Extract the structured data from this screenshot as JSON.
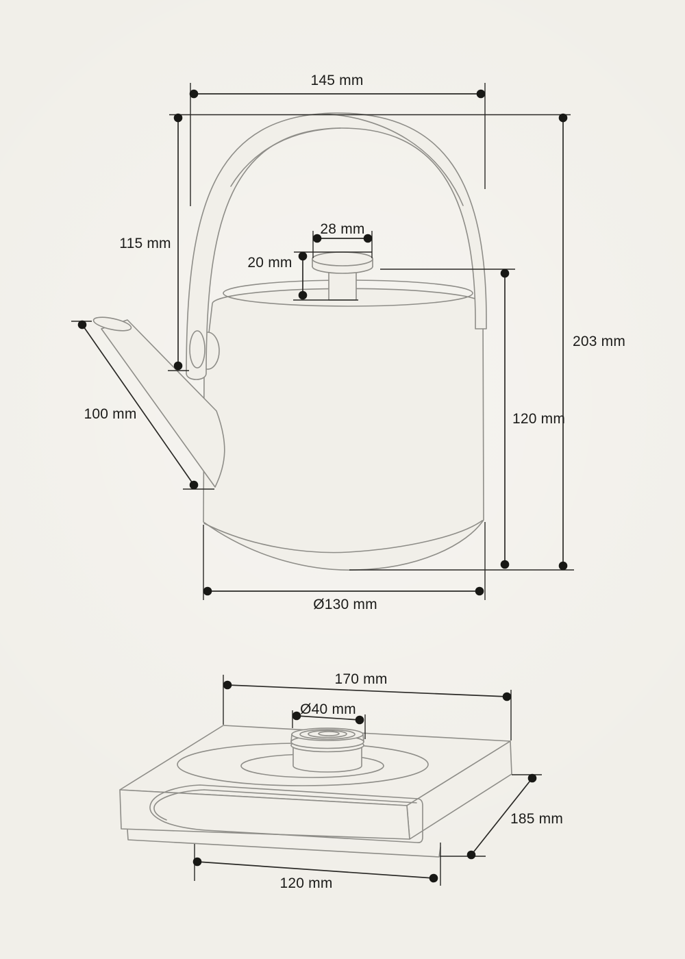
{
  "document": {
    "type": "technical-dimension-drawing",
    "subject": "kettle with heating base",
    "views": [
      "kettle side elevation",
      "base isometric view"
    ]
  },
  "colors": {
    "background": "#f1efe9",
    "artwork_line": "#8e8d88",
    "dimension_line": "#292825",
    "text": "#1b1b19"
  },
  "kettle_view": {
    "dimensions": {
      "top_width": "145 mm",
      "handle_height": "115 mm",
      "knob_diameter": "28 mm",
      "knob_height": "20 mm",
      "spout_length": "100 mm",
      "overall_height": "203 mm",
      "body_height": "120 mm",
      "base_diameter": "Ø130 mm"
    }
  },
  "base_view": {
    "dimensions": {
      "top_width": "170 mm",
      "socket_diameter": "Ø40 mm",
      "depth": "185 mm",
      "vent_width": "120 mm"
    }
  }
}
